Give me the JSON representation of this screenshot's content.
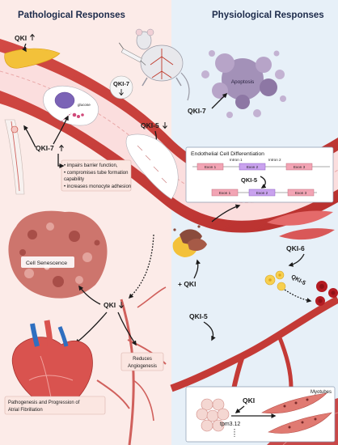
{
  "headers": {
    "left": "Pathological Responses",
    "right": "Physiological Responses"
  },
  "labels": {
    "qki_up": "QKI",
    "qki7_mouse": "QKI-7",
    "glucose": "glucose",
    "qki7_up": "QKI-7",
    "qki5_down": "QKI-5",
    "cell_senescence": "Cell Senescence",
    "qki_down": "QKI",
    "reduces_angiogenesis_1": "Reduces",
    "reduces_angiogenesis_2": "Angiogenesis",
    "afib_1": "Pathogenesis and Progression of",
    "afib_2": "Atrial Fibrillation",
    "apoptosis": "Apoptosis",
    "qki7_right": "QKI-7",
    "ecd_title": "Endothelial Cell Differentiation",
    "intron1": "Intron 1",
    "intron2": "Intron 2",
    "exon1": "Exon 1",
    "exon2": "Exon 2",
    "exon3": "Exon 3",
    "qki5_splice": "QKI-5",
    "qki6": "QKI-6",
    "plus_qki": "+ QKI",
    "qki5_flow": "QKI-5",
    "qki5_branch": "QKI-5",
    "qki_myo": "QKI",
    "tpm": "tpm3.12",
    "myotubes": "Myotubes"
  },
  "effects": [
    "• impairs barrier function,",
    "• compromises tube formation",
    "   capability",
    "• increases monocyte adhesion"
  ],
  "colors": {
    "left_bg": "#fcebe8",
    "right_bg": "#e7f0f8",
    "vessel": "#c73a3a",
    "vessel_inner": "#fbdede",
    "senescence": "#c96a62",
    "apoptosis": "#9b86b0",
    "rbc": "#b31b22"
  }
}
